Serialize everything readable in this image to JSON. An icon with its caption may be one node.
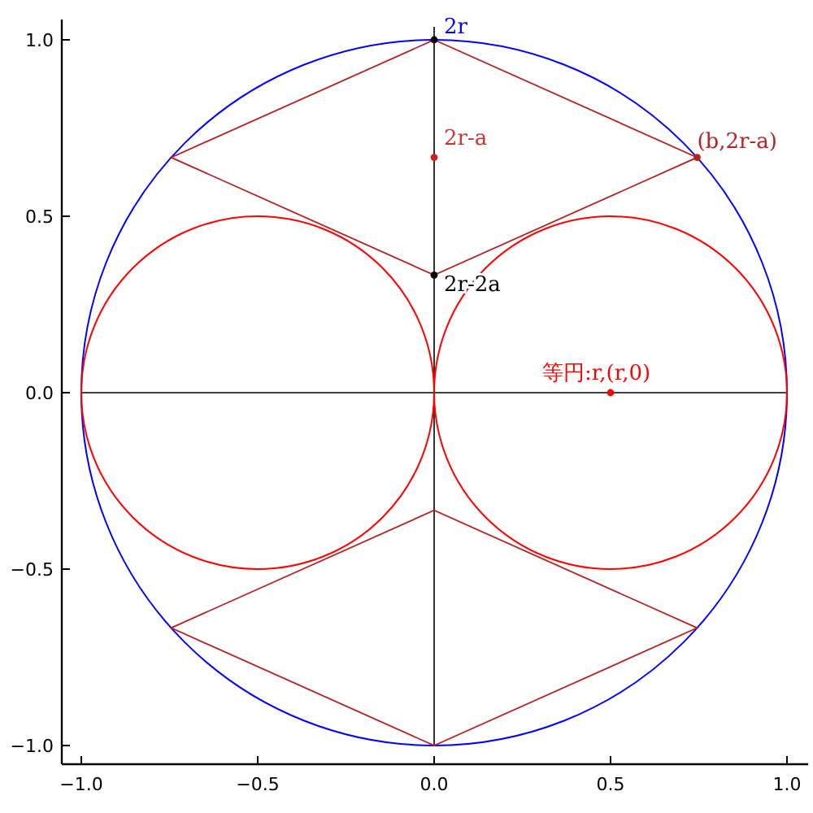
{
  "diagram": {
    "labels": [
      "2r",
      "2r-a",
      "(b,2r-a)",
      "2r-2a",
      "等円:r,(r,0)",
      "1.0",
      "0.5",
      "0.0",
      "−0.5",
      "−1.0",
      "−1.0",
      "−0.5",
      "0.0",
      "0.5",
      "1.0"
    ]
  }
}
